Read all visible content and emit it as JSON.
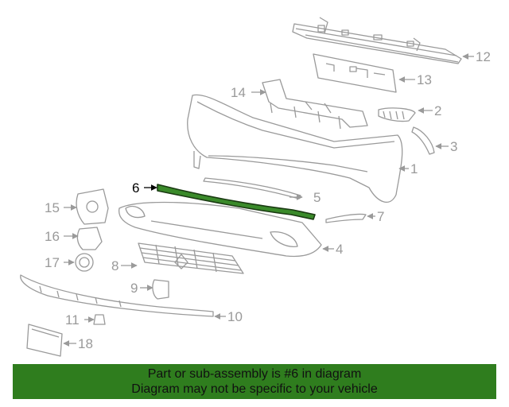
{
  "colors": {
    "part_line": "#9a9a9a",
    "highlight_fill": "#3a8a2a",
    "highlight_stroke": "#1a3a12",
    "highlight_label": "#000000",
    "banner_bg": "#2f7d1e"
  },
  "callouts": {
    "c1": "1",
    "c2": "2",
    "c3": "3",
    "c4": "4",
    "c5": "5",
    "c6": "6",
    "c7": "7",
    "c8": "8",
    "c9": "9",
    "c10": "10",
    "c11": "11",
    "c12": "12",
    "c13": "13",
    "c14": "14",
    "c15": "15",
    "c16": "16",
    "c17": "17",
    "c18": "18"
  },
  "banner": {
    "line1": "Part or sub-assembly is #6 in diagram",
    "line2": "Diagram may not be specific to your vehicle"
  }
}
